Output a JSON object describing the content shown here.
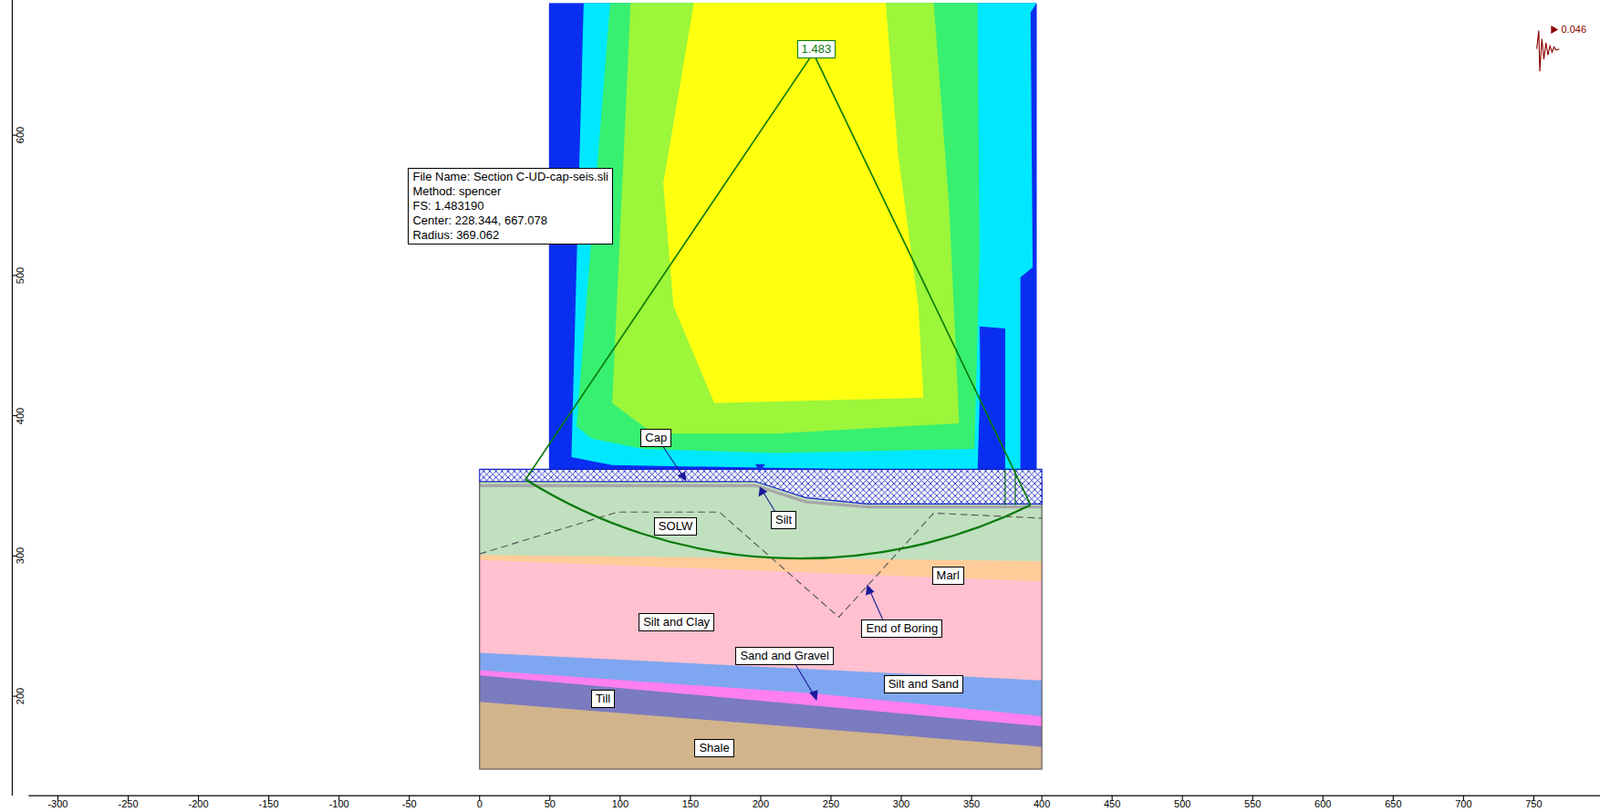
{
  "diagram": {
    "nodes": [
      {
        "text": [
          "File Name: Section C-UD-cap-seis.sli",
          "Method: spencer",
          "FS: 1.483190",
          "Center: 228.344, 667.078",
          "Radius: 369.062"
        ]
      },
      {
        "text": [
          "1.483"
        ]
      },
      {
        "text": [
          "Cap"
        ]
      },
      {
        "text": [
          "Silt"
        ]
      },
      {
        "text": [
          "SOLW"
        ]
      },
      {
        "text": [
          "Marl"
        ]
      },
      {
        "text": [
          "Silt and Clay"
        ]
      },
      {
        "text": [
          "End of Boring"
        ]
      },
      {
        "text": [
          "Sand and Gravel"
        ]
      },
      {
        "text": [
          "Silt and Sand"
        ]
      },
      {
        "text": [
          "Till"
        ]
      },
      {
        "text": [
          "Shale"
        ]
      }
    ],
    "labels": [
      "0.046",
      "-300",
      "-250",
      "-200",
      "-150",
      "-100",
      "-50",
      "0",
      "50",
      "100",
      "150",
      "200",
      "250",
      "300",
      "350",
      "400",
      "450",
      "500",
      "550",
      "600",
      "650",
      "700",
      "750",
      "200",
      "300",
      "400",
      "500",
      "600"
    ]
  }
}
